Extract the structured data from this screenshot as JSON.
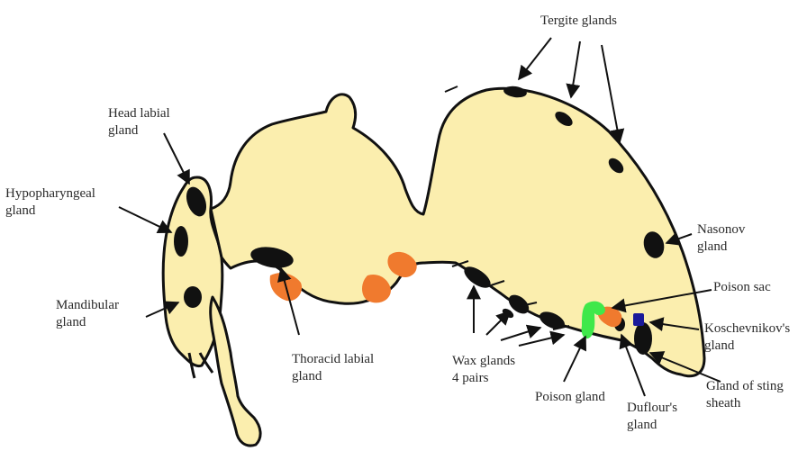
{
  "labels": {
    "tergite": [
      "Tergite glands"
    ],
    "head_labial": [
      "Head labial",
      "gland"
    ],
    "hypopharyngeal": [
      "Hypopharyngeal",
      "gland"
    ],
    "mandibular": [
      "Mandibular",
      "gland"
    ],
    "thoracic_labial": [
      "Thoracid labial",
      "gland"
    ],
    "wax": [
      "Wax glands",
      "4 pairs"
    ],
    "poison_gland": [
      "Poison gland"
    ],
    "dufour": [
      "Duflour's",
      "gland"
    ],
    "sting_sheath": [
      "Gland of sting",
      "sheath"
    ],
    "koschevnikov": [
      "Koschevnikov's",
      "gland"
    ],
    "poison_sac": [
      "Poison sac"
    ],
    "nasonov": [
      "Nasonov",
      "gland"
    ]
  },
  "colors": {
    "body_fill": "#fbeeae",
    "outline": "#111111",
    "gland_black": "#111111",
    "thoracic_orange": "#f07a2e",
    "poison_gland_green": "#3fe84a",
    "poison_sac_orange": "#f07a2e",
    "koschevnikov_blue": "#1a1a9a",
    "label_text": "#2a2a2a"
  }
}
